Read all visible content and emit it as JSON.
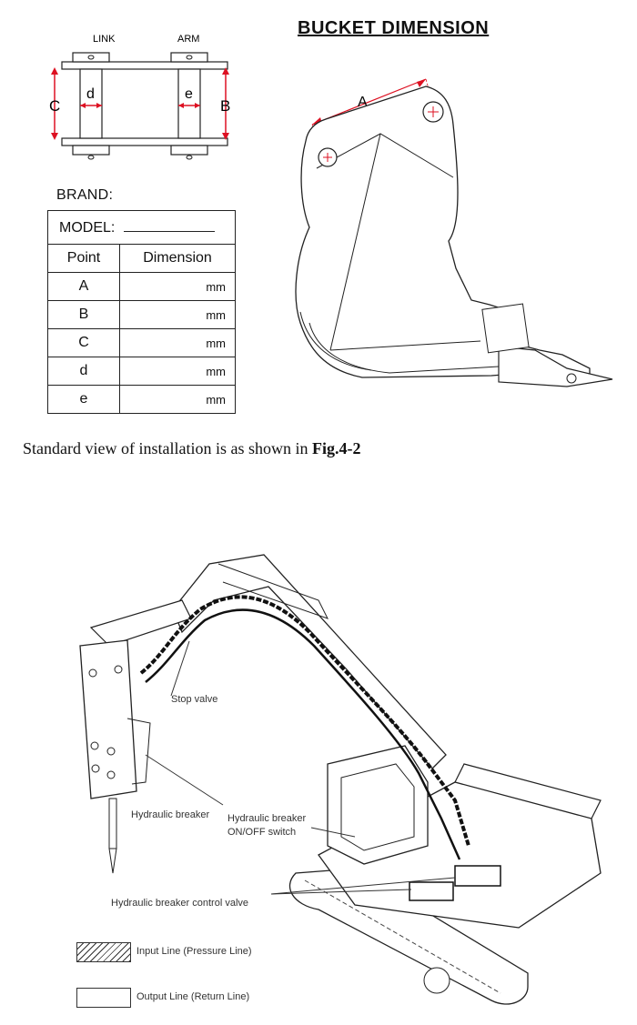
{
  "header": {
    "title": "BUCKET DIMENSION"
  },
  "pin_diagram": {
    "link_label": "LINK",
    "arm_label": "ARM",
    "c_label": "C",
    "d_label": "d",
    "e_label": "e",
    "b_label": "B"
  },
  "bucket": {
    "a_label": "A"
  },
  "form": {
    "brand_label": "BRAND:",
    "model_label": "MODEL:",
    "col_point": "Point",
    "col_dimension": "Dimension",
    "rows": [
      {
        "point": "A",
        "unit": "mm"
      },
      {
        "point": "B",
        "unit": "mm"
      },
      {
        "point": "C",
        "unit": "mm"
      },
      {
        "point": "d",
        "unit": "mm"
      },
      {
        "point": "e",
        "unit": "mm"
      }
    ]
  },
  "caption": {
    "text": "Standard view of installation is as shown in ",
    "ref": "Fig.4-2"
  },
  "excavator": {
    "stop_valve": "Stop valve",
    "hydraulic_breaker": "Hydraulic breaker",
    "switch_line1": "Hydraulic breaker",
    "switch_line2": "ON/OFF switch",
    "control_valve": "Hydraulic breaker control valve"
  },
  "legend": {
    "input_line": "Input Line (Pressure Line)",
    "output_line": "Output Line (Return Line)"
  }
}
